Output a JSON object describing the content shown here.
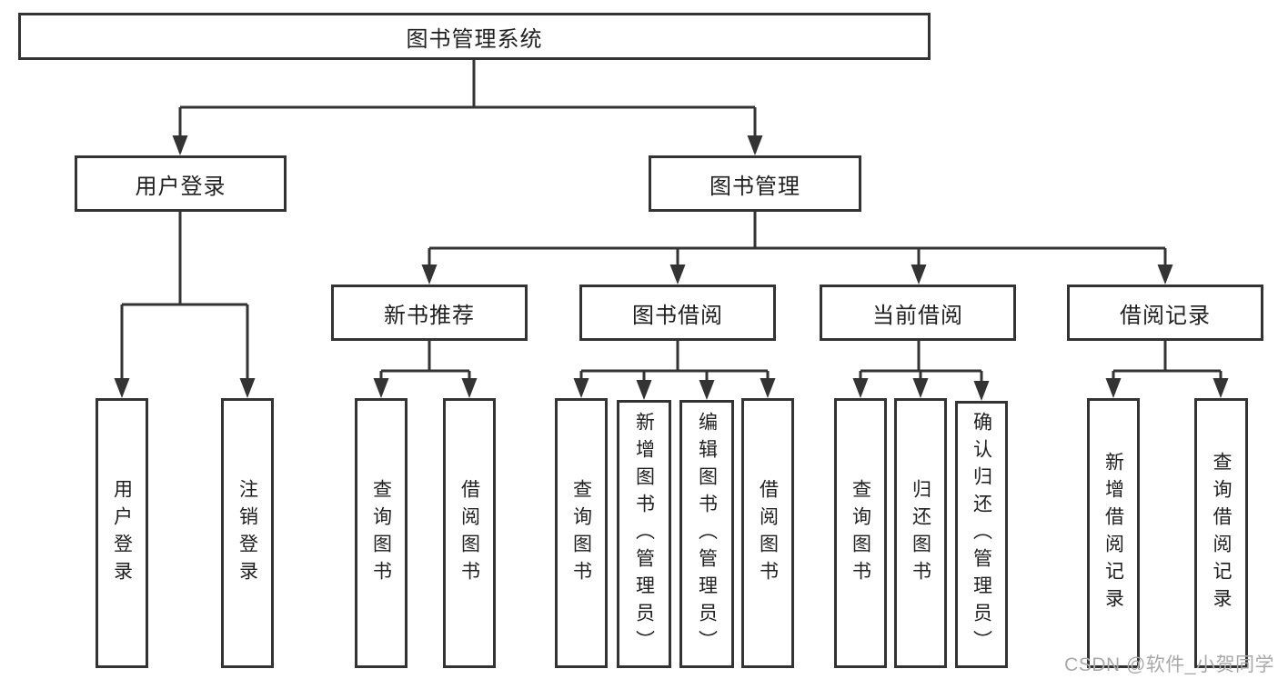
{
  "tree": {
    "root": {
      "label": "图书管理系统"
    },
    "branches": [
      {
        "label": "用户登录",
        "children": [
          {
            "label": "用户登录"
          },
          {
            "label": "注销登录"
          }
        ]
      },
      {
        "label": "图书管理",
        "children": [
          {
            "label": "新书推荐",
            "children": [
              {
                "label": "查询图书"
              },
              {
                "label": "借阅图书"
              }
            ]
          },
          {
            "label": "图书借阅",
            "children": [
              {
                "label": "查询图书"
              },
              {
                "label": "新增图书（管理员）"
              },
              {
                "label": "编辑图书（管理员）"
              },
              {
                "label": "借阅图书"
              }
            ]
          },
          {
            "label": "当前借阅",
            "children": [
              {
                "label": "查询图书"
              },
              {
                "label": "归还图书"
              },
              {
                "label": "确认归还（管理员）"
              }
            ]
          },
          {
            "label": "借阅记录",
            "children": [
              {
                "label": "新增借阅记录"
              },
              {
                "label": "查询借阅记录"
              }
            ]
          }
        ]
      }
    ]
  },
  "watermark": {
    "text": "CSDN @软件_小贺同学"
  },
  "colors": {
    "line": "#333333",
    "text": "#1f1f1f",
    "background": "#ffffff",
    "watermark": "#a9a9a9"
  }
}
